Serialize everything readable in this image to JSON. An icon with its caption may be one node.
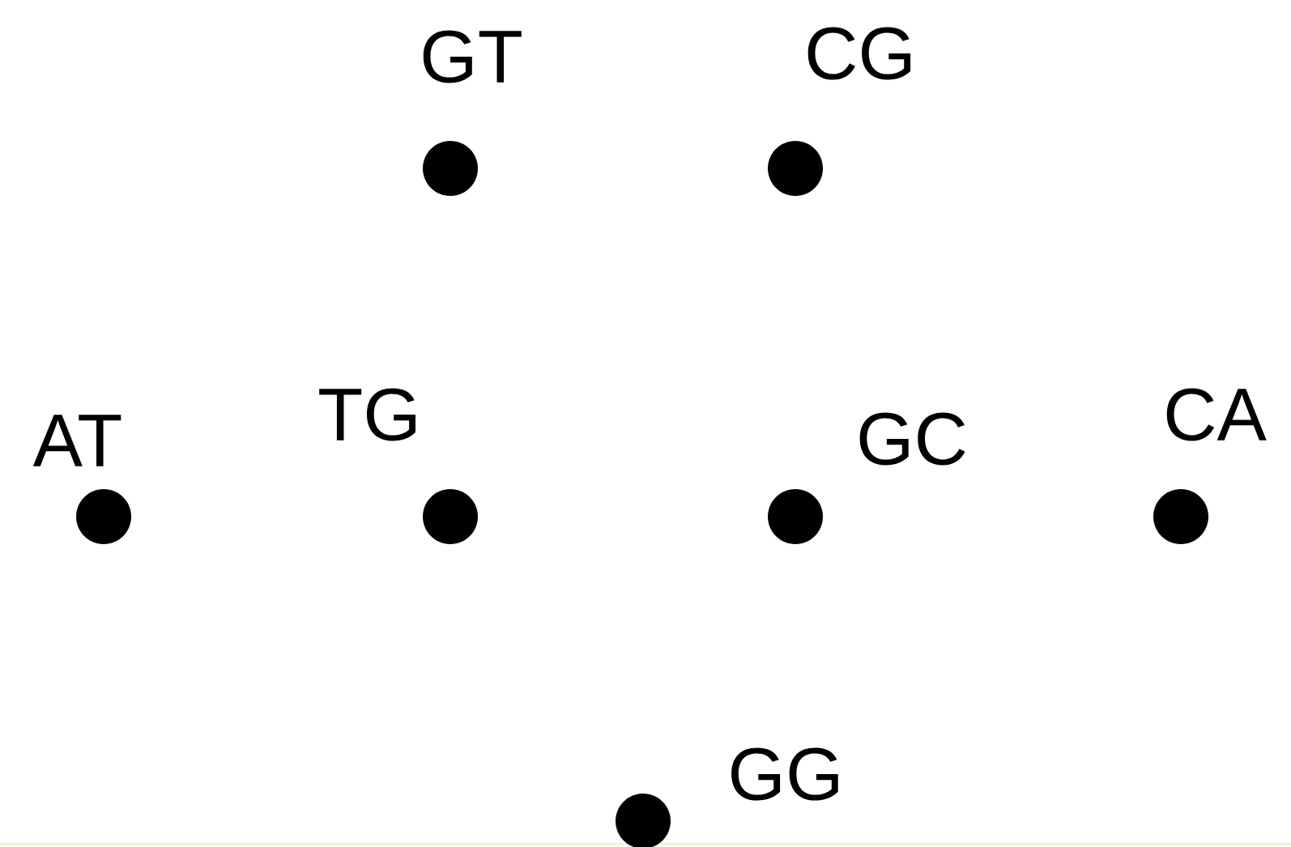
{
  "diagram": {
    "nodes": [
      {
        "text": [],
        "shape": "circle",
        "beside": [
          "GT"
        ]
      },
      {
        "text": [],
        "shape": "circle",
        "beside": [
          "CG"
        ]
      },
      {
        "text": [],
        "shape": "circle",
        "beside": [
          "AT"
        ]
      },
      {
        "text": [],
        "shape": "circle",
        "beside": [
          "TG"
        ]
      },
      {
        "text": [],
        "shape": "circle",
        "beside": [
          "GC"
        ]
      },
      {
        "text": [],
        "shape": "circle",
        "beside": [
          "CA"
        ]
      },
      {
        "text": [],
        "shape": "circle",
        "beside": [
          "GG"
        ]
      }
    ]
  }
}
